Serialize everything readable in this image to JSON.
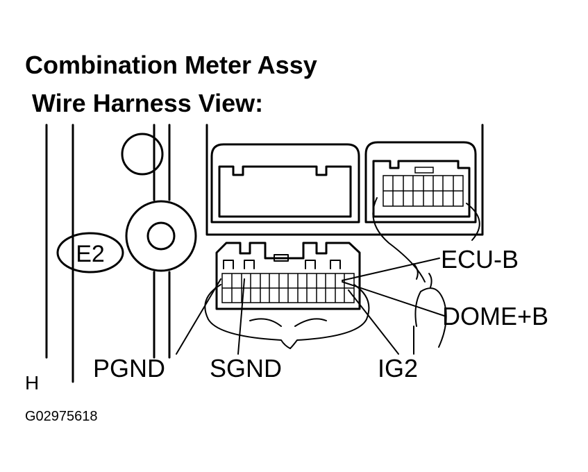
{
  "title": {
    "line1": "Combination Meter Assy",
    "line2": "Wire Harness View:"
  },
  "connector_code": "E2",
  "labels": {
    "ecu_b": "ECU-B",
    "dome_b": "DOME+B",
    "pgnd": "PGND",
    "sgnd": "SGND",
    "ig2": "IG2"
  },
  "wire_color": "H",
  "figure_id": "G02975618"
}
